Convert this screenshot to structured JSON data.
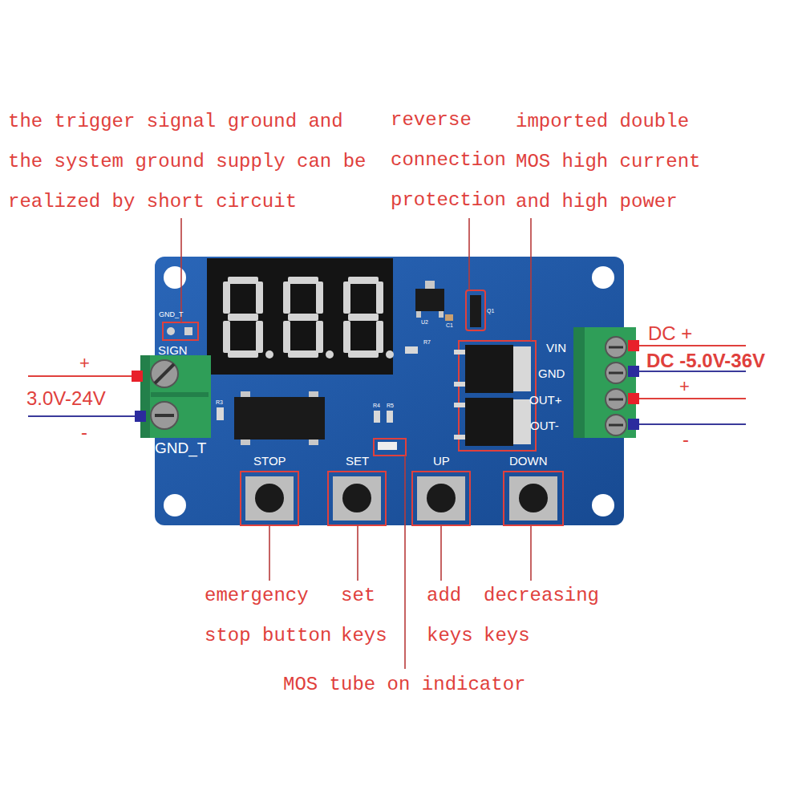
{
  "diagram": {
    "labels": [
      "the trigger signal ground and the system ground supply can be realized by short circuit",
      "reverse connection protection",
      "imported double MOS high current and high power",
      "GND_T",
      "SIGN",
      "+",
      "3.0V-24V",
      "-",
      "GND_T",
      "U2",
      "C1",
      "Q1",
      "R7",
      "R3",
      "R4",
      "R5",
      "VIN",
      "GND",
      "OUT+",
      "OUT-",
      "DC +",
      "DC -5.0V-36V",
      "+",
      "-",
      "STOP",
      "SET",
      "UP",
      "DOWN",
      "emergency stop button",
      "set keys",
      "add keys",
      "decreasing keys",
      "MOS tube on indicator"
    ]
  }
}
